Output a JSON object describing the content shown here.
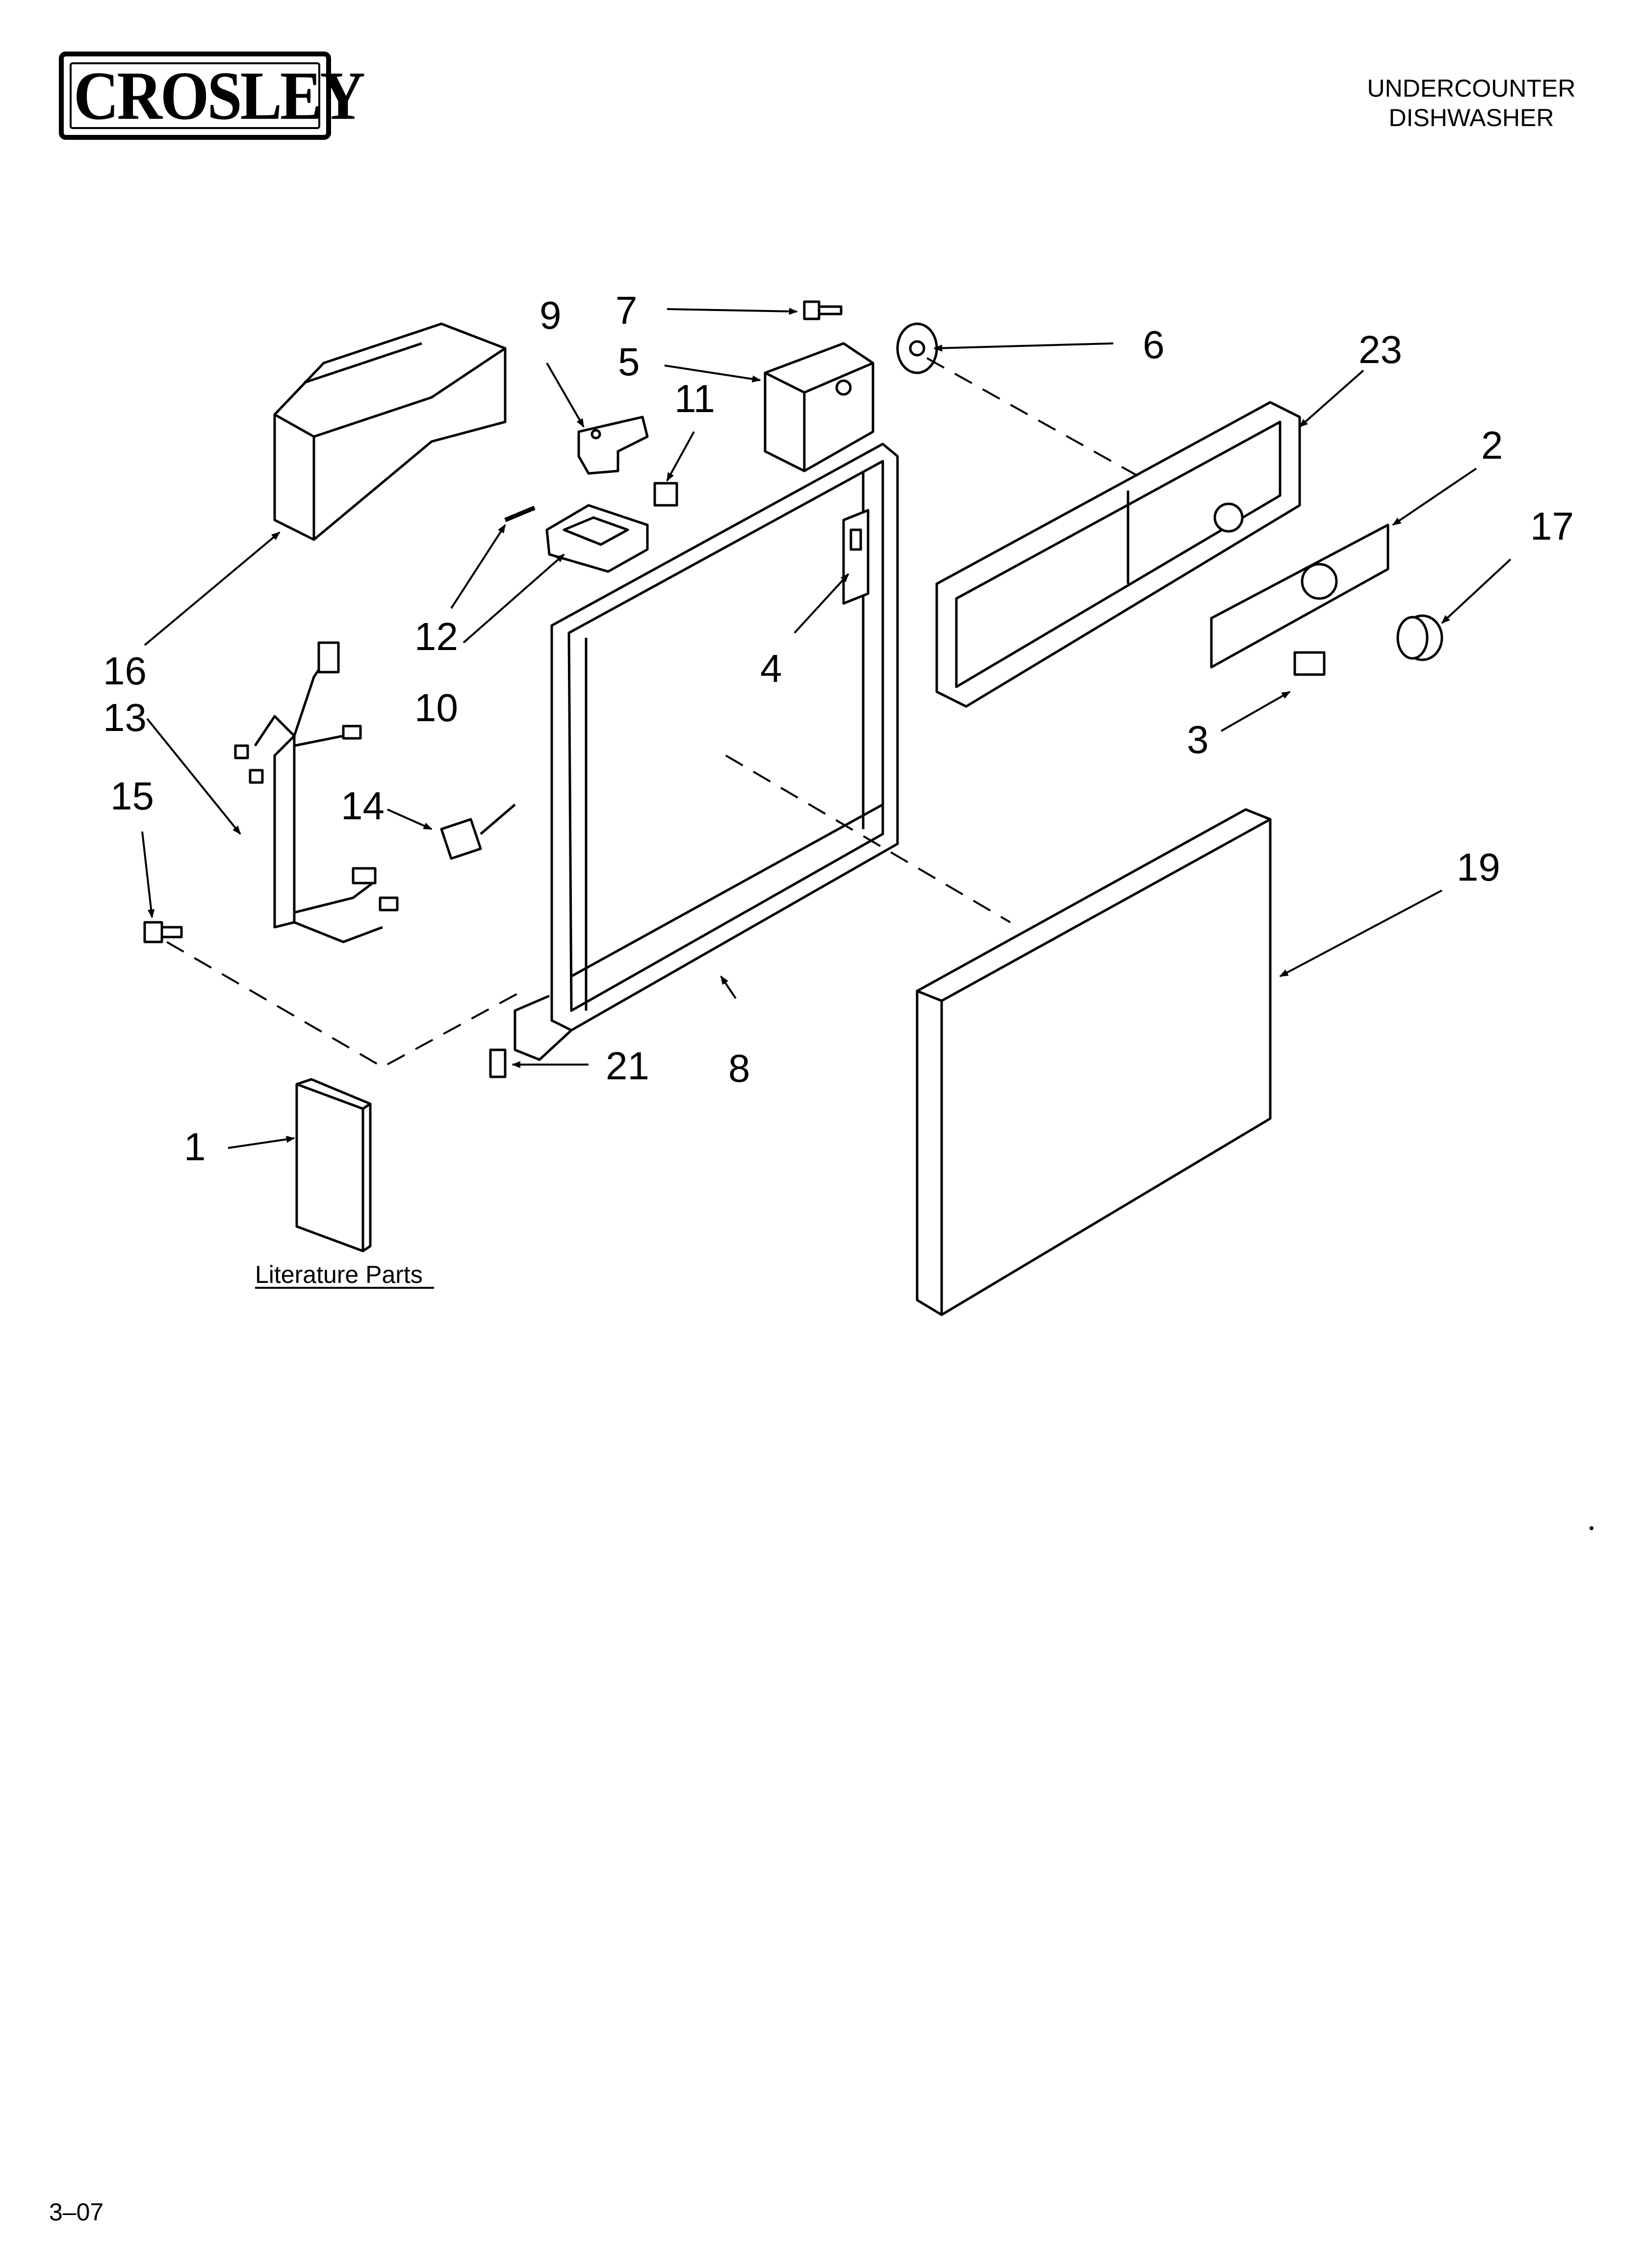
{
  "brand": "CROSLEY",
  "header": {
    "line1": "UNDERCOUNTER",
    "line2": "DISHWASHER"
  },
  "callouts": {
    "c1": "1",
    "c2": "2",
    "c3": "3",
    "c4": "4",
    "c5": "5",
    "c6": "6",
    "c7": "7",
    "c8": "8",
    "c9": "9",
    "c10": "10",
    "c11": "11",
    "c12": "12",
    "c13": "13",
    "c14": "14",
    "c15": "15",
    "c16": "16",
    "c17": "17",
    "c19": "19",
    "c21": "21",
    "c23": "23"
  },
  "literature_label": "Literature Parts",
  "footer": "3–07"
}
